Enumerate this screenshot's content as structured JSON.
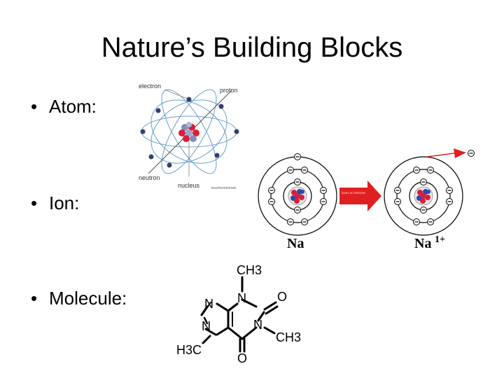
{
  "slide": {
    "title": "Nature’s Building Blocks",
    "bullet_char": "•",
    "bullets": [
      {
        "label": "Atom:"
      },
      {
        "label": "Ion:"
      },
      {
        "label": "Molecule:"
      }
    ]
  },
  "atom_figure": {
    "labels": {
      "electron": "electron",
      "proton": "proton",
      "neutron": "neutron",
      "nucleus": "nucleus",
      "credit": "teachersdomain"
    }
  },
  "ion_figure": {
    "left_label": "Na",
    "right_label": "Na",
    "right_charge": "1+",
    "arrow_text": "loses an electron",
    "electron_symbol": "–"
  },
  "molecule_figure": {
    "labels": {
      "ch3_top": "CH3",
      "o_right": "O",
      "n_top": "N",
      "n_left_top": "N",
      "n_left_bottom": "N",
      "n_right": "N",
      "ch3_right": "CH3",
      "h3c": "H3C",
      "o_bottom": "O"
    }
  },
  "colors": {
    "proton": "#d81e3c",
    "neutron": "#2b4aa8",
    "electron_dot": "#33406e",
    "arrow": "#e02020",
    "orbit": "#6aa0c8"
  }
}
